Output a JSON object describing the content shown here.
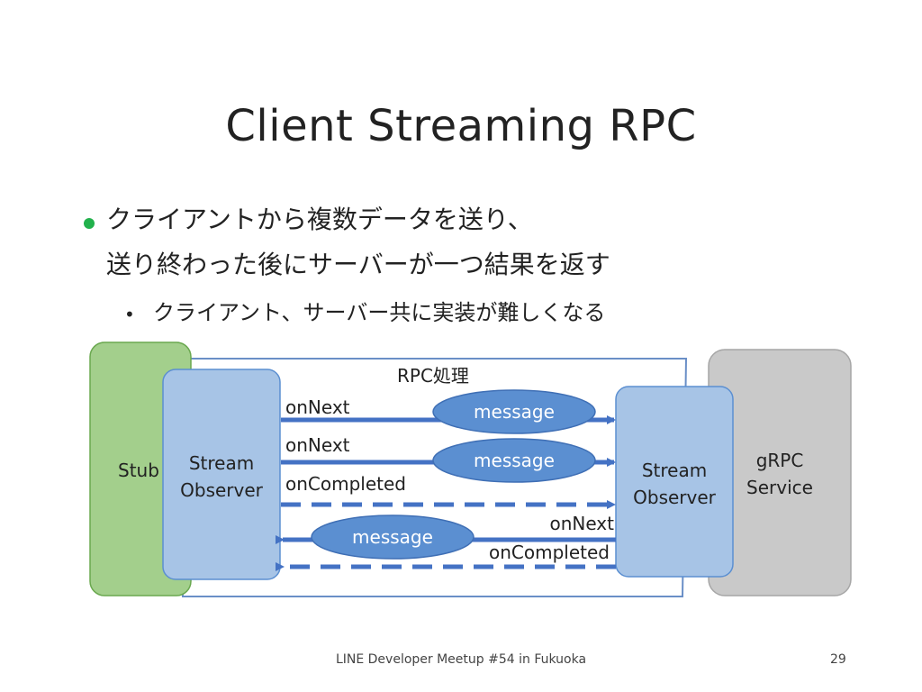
{
  "slide": {
    "title": "Client Streaming RPC",
    "bullets": [
      "クライアントから複数データを送り、",
      "送り終わった後にサーバーが一つ結果を返す"
    ],
    "sub_bullet": "クライアント、サーバー共に実装が難しくなる",
    "sub_bullet_marker": "•"
  },
  "diagram": {
    "rpc_label": "RPC処理",
    "stub_label": "Stub",
    "client_observer_label": [
      "Stream",
      "Observer"
    ],
    "server_observer_label": [
      "Stream",
      "Observer"
    ],
    "service_label": [
      "gRPC",
      "Service"
    ],
    "arrows": {
      "on_next_1": "onNext",
      "on_next_2": "onNext",
      "on_completed_client": "onCompleted",
      "on_next_server": "onNext",
      "on_completed_server": "onCompleted"
    },
    "messages": [
      "message",
      "message",
      "message"
    ]
  },
  "footer": {
    "text": "LINE Developer Meetup #54 in Fukuoka",
    "page_number": "29"
  },
  "colors": {
    "bullet_green": "#22b14c",
    "stub_green": "#a3cf8c",
    "observer_blue": "#a7c4e6",
    "message_blue": "#5b8fd1",
    "arrow_blue": "#4472c4",
    "service_gray": "#c9c9c9"
  }
}
